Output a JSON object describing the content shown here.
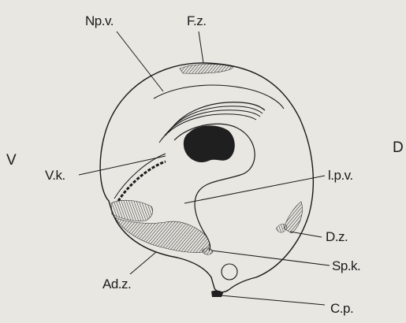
{
  "labels": {
    "npv": "Np.v.",
    "fz": "F.z.",
    "v": "V",
    "d": "D",
    "vk": "V.k.",
    "lpv": "l.p.v.",
    "dz": "D.z.",
    "adz": "Ad.z.",
    "spk": "Sp.k.",
    "cp": "C.p."
  },
  "colors": {
    "paper": "#e9e7e1",
    "ink": "#1a1a1a",
    "hatch": "#444444"
  }
}
